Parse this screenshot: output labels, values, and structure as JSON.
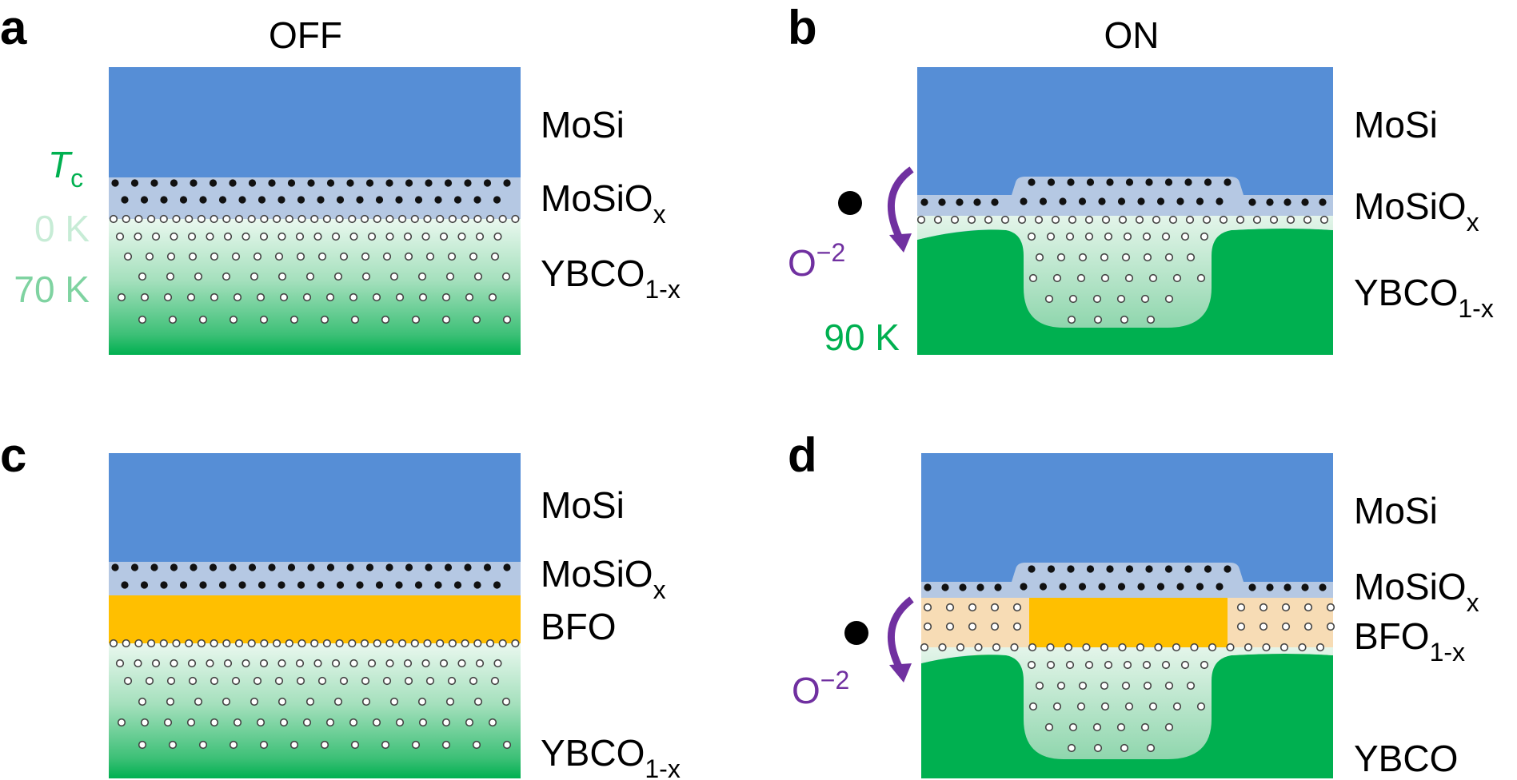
{
  "colors": {
    "mosi": "#568ed6",
    "mosiox": "#b5c8e3",
    "bfo": "#ffbf00",
    "bfo_depleted": "#f7dcb5",
    "ybco": "#00b050",
    "ybco_light": "#d4f0de",
    "tc_label": "#00b050",
    "tc_0k": "#c7ecd6",
    "tc_70k": "#7fd3a1",
    "oxygen": "#7030a0",
    "text": "#000000"
  },
  "panels": {
    "a": {
      "letter": "a",
      "title": "OFF",
      "layers": [
        "MoSi",
        "MoSiO",
        "YBCO"
      ],
      "subscripts": [
        "x",
        "1-x"
      ]
    },
    "b": {
      "letter": "b",
      "title": "ON",
      "layers": [
        "MoSi",
        "MoSiO",
        "YBCO"
      ],
      "subscripts": [
        "x",
        "1-x"
      ]
    },
    "c": {
      "letter": "c",
      "layers": [
        "MoSi",
        "MoSiO",
        "BFO",
        "YBCO"
      ],
      "subscripts": [
        "x",
        "1-x"
      ]
    },
    "d": {
      "letter": "d",
      "layers": [
        "MoSi",
        "MoSiO",
        "BFO",
        "YBCO"
      ],
      "subscripts": [
        "x",
        "1-x"
      ]
    }
  },
  "tc_scale": {
    "symbol": "T",
    "subscript": "c",
    "low": "0 K",
    "high": "70 K"
  },
  "temp_on": "90 K",
  "ion": {
    "base": "O",
    "charge": "−2"
  }
}
